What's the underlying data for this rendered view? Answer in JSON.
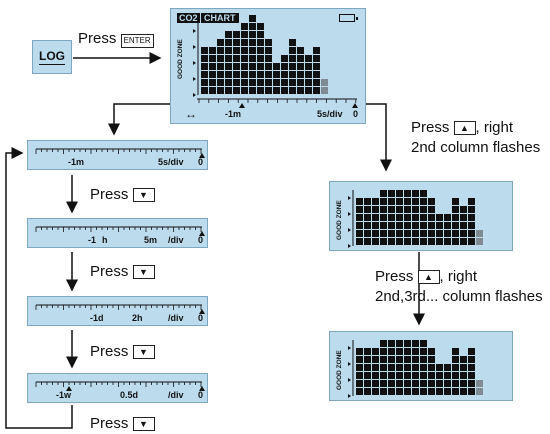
{
  "log_key": "LOG",
  "step1": {
    "press": "Press",
    "key": "ENTER"
  },
  "main_lcd": {
    "co2": "CO2",
    "chart": "CHART",
    "good_zone": "GOOD ZONE",
    "left_label": "-1m",
    "right_label": "5s/div",
    "zero": "0",
    "arrow_symbol": "↔",
    "bars": [
      6,
      6,
      7,
      8,
      8,
      9,
      10,
      9,
      7,
      4,
      5,
      7,
      6,
      5,
      6,
      2
    ]
  },
  "right_step1": {
    "press": "Press",
    "key_symbol": "▲",
    "suffix": ", right",
    "line2": "2nd column flashes"
  },
  "right_step2": {
    "press": "Press",
    "key_symbol": "▲",
    "suffix": ", right",
    "line2": "2nd,3rd... column flashes"
  },
  "right_lcd1": {
    "good_zone": "GOOD ZONE",
    "bars": [
      6,
      6,
      6,
      7,
      8,
      8,
      9,
      10,
      9,
      6,
      4,
      4,
      6,
      5,
      6,
      2
    ]
  },
  "right_lcd2": {
    "good_zone": "GOOD ZONE",
    "bars": [
      6,
      6,
      6,
      7,
      8,
      8,
      9,
      10,
      9,
      6,
      4,
      4,
      6,
      5,
      6,
      2
    ]
  },
  "left_scales": [
    {
      "labels": [
        "-1m",
        "5s/div",
        "0"
      ]
    },
    {
      "labels": [
        "-1",
        "h",
        "5m",
        "/div",
        "0"
      ]
    },
    {
      "labels": [
        "-1d",
        "2h",
        "/div",
        "0"
      ]
    },
    {
      "labels": [
        "-1w",
        "0.5d",
        "/div",
        "0"
      ]
    }
  ],
  "left_press": {
    "press": "Press",
    "key_symbol": "▼"
  }
}
